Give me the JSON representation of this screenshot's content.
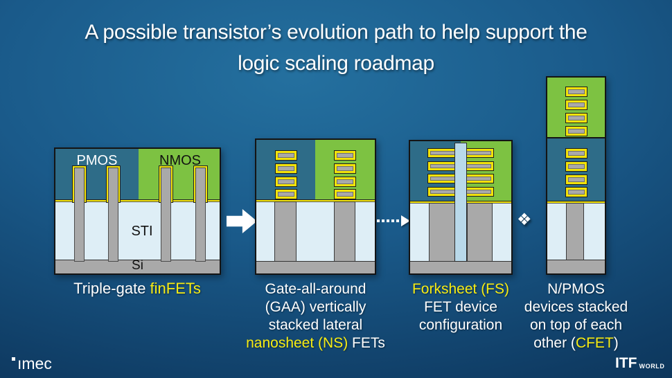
{
  "title": {
    "line1": "A possible transistor’s evolution path to help support the",
    "line2": "logic scaling roadmap"
  },
  "colors": {
    "bg_light": "#24709F",
    "bg_mid": "#1A5A8A",
    "bg_dark": "#0A2C4C",
    "pmos_teal": "#2E6C88",
    "nmos_green": "#7DC242",
    "sti_blue": "#DEEEF6",
    "silicon_gray": "#A9A9A9",
    "gate_yellow": "#F2E30A",
    "wall_blue": "#B9D9EA",
    "accent_yellow": "#F7EC13"
  },
  "diagram_finfet": {
    "pmos_label": "PMOS",
    "nmos_label": "NMOS",
    "sti_label": "STI",
    "si_label": "Si"
  },
  "captions": [
    {
      "lines": [
        [
          {
            "t": "Triple-gate ",
            "c": "w"
          },
          {
            "t": "finFETs",
            "c": "y"
          }
        ]
      ]
    },
    {
      "lines": [
        [
          {
            "t": "Gate-all-around",
            "c": "w"
          }
        ],
        [
          {
            "t": "(GAA) vertically",
            "c": "w"
          }
        ],
        [
          {
            "t": "stacked lateral",
            "c": "w"
          }
        ],
        [
          {
            "t": "nanosheet (NS)",
            "c": "y"
          },
          {
            "t": " FETs",
            "c": "w"
          }
        ]
      ]
    },
    {
      "lines": [
        [
          {
            "t": "Forksheet (FS)",
            "c": "y"
          }
        ],
        [
          {
            "t": "FET device",
            "c": "w"
          }
        ],
        [
          {
            "t": "configuration",
            "c": "w"
          }
        ]
      ]
    },
    {
      "lines": [
        [
          {
            "t": "N/PMOS",
            "c": "w"
          }
        ],
        [
          {
            "t": "devices stacked",
            "c": "w"
          }
        ],
        [
          {
            "t": "on top of each",
            "c": "w"
          }
        ],
        [
          {
            "t": "other (",
            "c": "w"
          },
          {
            "t": "CFET",
            "c": "y"
          },
          {
            "t": ")",
            "c": "w"
          }
        ]
      ]
    }
  ],
  "connectors": {
    "diamonds_glyph": "❖"
  },
  "footer": {
    "imec_logo": "ımec",
    "itf": "ITF",
    "world": "WORLD"
  }
}
